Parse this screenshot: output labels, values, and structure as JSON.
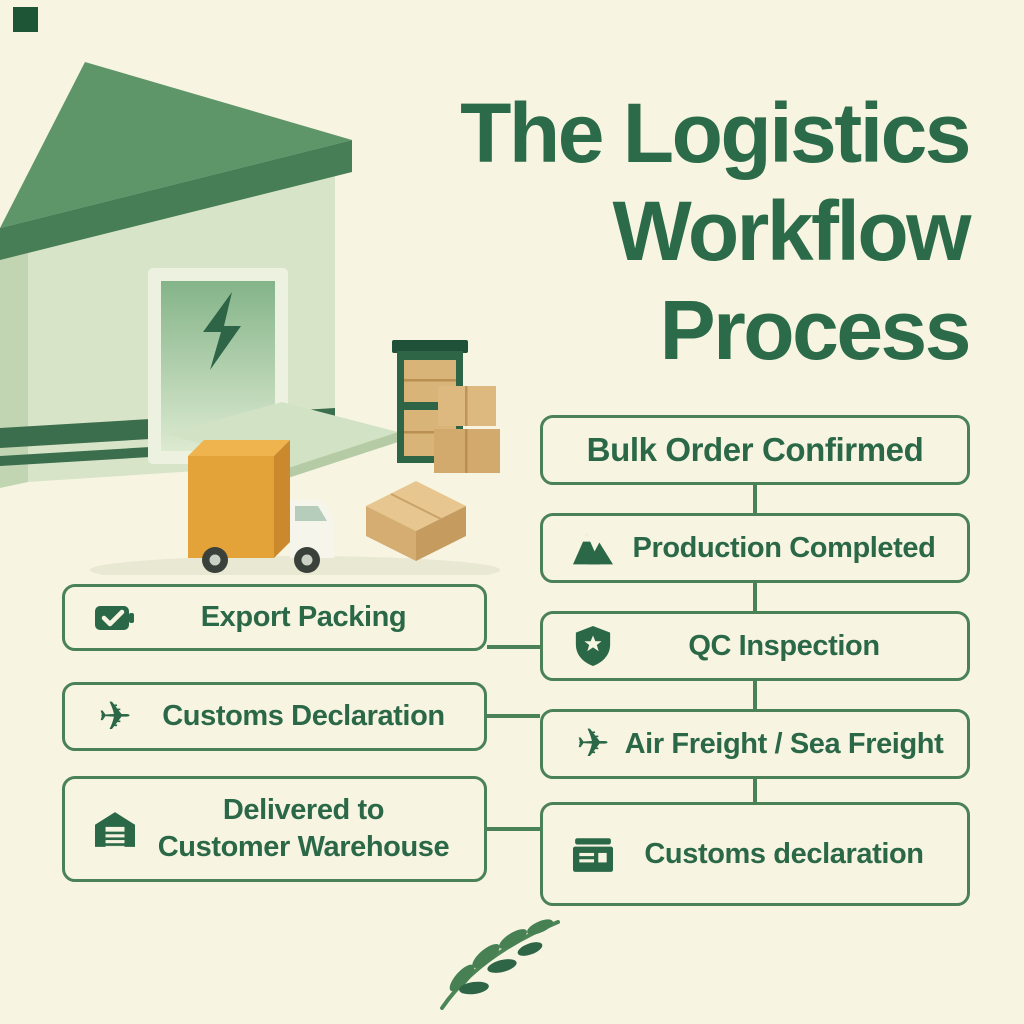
{
  "title": {
    "lines": [
      "The Logistics",
      "Workflow",
      "Process"
    ]
  },
  "flow": {
    "right": [
      {
        "label": "Bulk Order Confirmed",
        "icon": "none"
      },
      {
        "label": "Production Completed",
        "icon": "mountain-icon"
      },
      {
        "label": "QC Inspection",
        "icon": "shield-star-icon"
      },
      {
        "label": "Air Freight / Sea Freight",
        "icon": "plane-icon"
      },
      {
        "label": "Customs declaration",
        "icon": "container-icon"
      }
    ],
    "left": [
      {
        "label": "Export Packing",
        "icon": "battery-check-icon"
      },
      {
        "label": "Customs Declaration",
        "icon": "plane-icon"
      },
      {
        "label_line1": "Delivered to",
        "label_line2": "Customer Warehouse",
        "icon": "warehouse-icon"
      }
    ]
  },
  "icons": {
    "plane_glyph": "✈"
  },
  "colors": {
    "background": "#f7f5e2",
    "title_green": "#2c6b49",
    "box_border_green": "#4a8157",
    "box_text_green": "#2b6847",
    "connector_green": "#4a8157",
    "roof_green": "#5f9669",
    "wall_green": "#d7e4c8",
    "stripe_green": "#3b6e4d",
    "truck_orange": "#e4a339",
    "carton_tan": "#d9b478"
  }
}
